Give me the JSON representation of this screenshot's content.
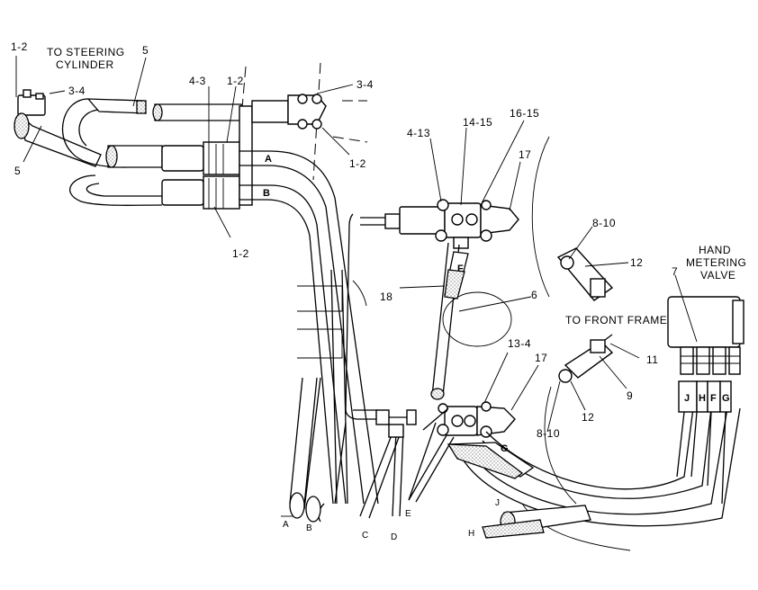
{
  "notes": {
    "steering": [
      "TO STEERING",
      "CYLINDER"
    ],
    "front_frame": "TO FRONT FRAME",
    "hmv": [
      "HAND",
      "METERING",
      "VALVE"
    ]
  },
  "callouts": {
    "c1": "1-2",
    "c2": "5",
    "c3": "3-4",
    "c4": "5",
    "c5": "4-3",
    "c6": "1-2",
    "c7": "3-4",
    "c8": "1-2",
    "c9": "1-2",
    "c10": "4-13",
    "c11": "14-15",
    "c12": "16-15",
    "c13": "17",
    "c14": "8-10",
    "c15": "12",
    "c16": "7",
    "c17": "18",
    "c18": "6",
    "c19": "13-4",
    "c20": "17",
    "c21": "11",
    "c22": "9",
    "c23": "12",
    "c24": "8-10"
  },
  "hose_letters": {
    "a": "A",
    "b": "B",
    "f": "F",
    "g": "G",
    "hmv_j": "J",
    "hmv_h": "H",
    "hmv_f": "F",
    "hmv_g": "G"
  },
  "line_ends": {
    "a": "A",
    "b": "B",
    "c": "C",
    "d": "D",
    "e": "E",
    "j": "J",
    "h": "H"
  }
}
